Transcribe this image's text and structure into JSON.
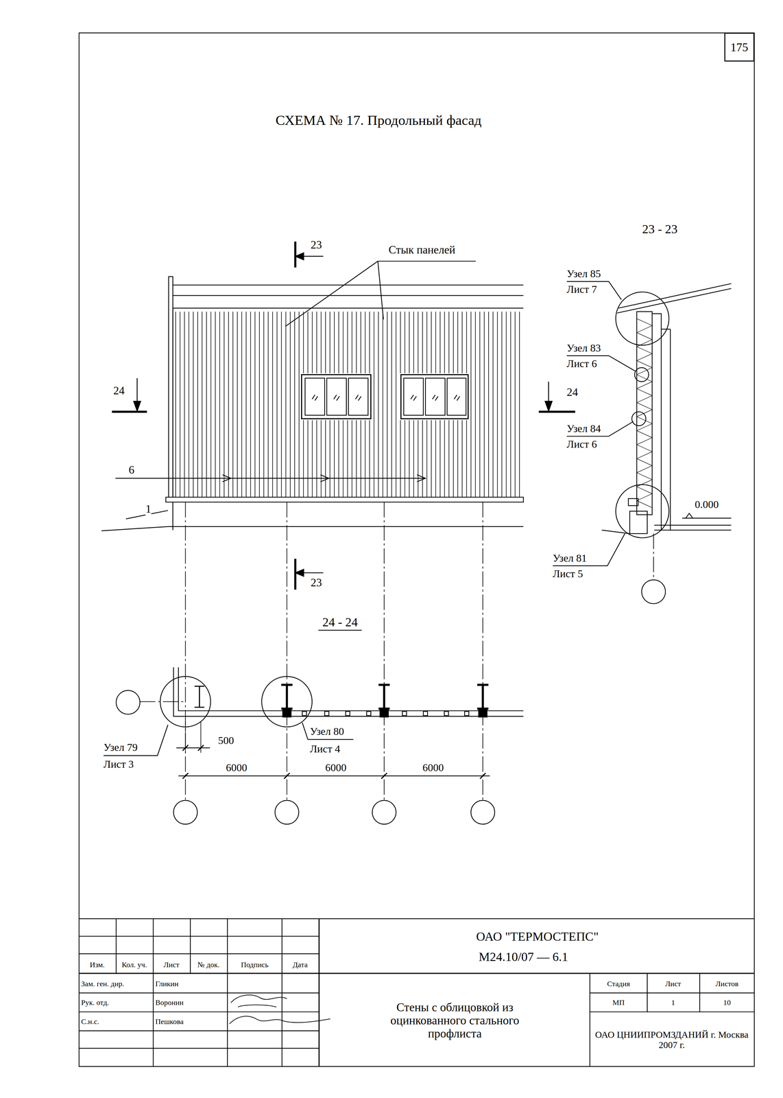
{
  "diagram": {
    "title": "СХЕМА № 17. Продольный фасад",
    "nodes": [
      {
        "text": [
          "175"
        ]
      }
    ],
    "labels": [
      "23",
      "Стык панелей",
      "24",
      "24",
      "6",
      "1",
      "23",
      "23 - 23",
      "Узел 85",
      "Лист 7",
      "Узел 83",
      "Лист 6",
      "Узел 84",
      "Лист 6",
      "0.000",
      "Узел 81",
      "Лист 5",
      "24 - 24",
      "Узел 79",
      "Лист 3",
      "Узел 80",
      "Лист 4",
      "500",
      "6000",
      "6000",
      "6000",
      "ОАО \"ТЕРМОСТЕПС\"",
      "М24.10/07 — 6.1",
      "Изм.",
      "Кол. уч.",
      "Лист",
      "№ док.",
      "Подпись",
      "Дата",
      "Зам. ген. дир.",
      "Гликин",
      "Рук. отд.",
      "Воронин",
      "С.н.с.",
      "Пешкова",
      "Стены с облицовкой из оцинкованного стального профлиста",
      "Стадия",
      "Лист",
      "Листов",
      "МП",
      "1",
      "10",
      "ОАО ЦНИИПРОМЗДАНИЙ г. Москва 2007 г."
    ]
  }
}
